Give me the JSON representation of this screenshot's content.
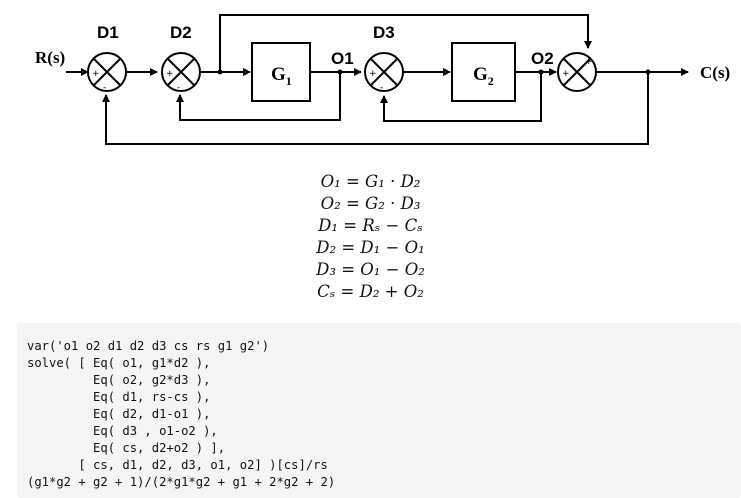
{
  "diagram": {
    "input_label": "R(s)",
    "output_label": "C(s)",
    "nodes": [
      "D1",
      "D2",
      "D3",
      "O1",
      "O2"
    ],
    "blocks": [
      {
        "base": "G",
        "sub": "1"
      },
      {
        "base": "G",
        "sub": "2"
      }
    ],
    "signs": {
      "d1_in": "+",
      "d1_fb": "-",
      "d2_in": "+",
      "d2_fb": "-",
      "d3_in": "+",
      "d3_fb": "-",
      "sum_in": "+",
      "sum_top": "+"
    }
  },
  "equations": [
    "O₁ = G₁ · D₂",
    "O₂ = G₂ · D₃",
    "D₁ = Rₛ − Cₛ",
    "D₂ = D₁ − O₁",
    "D₃ = O₁ − O₂",
    "Cₛ = D₂ + O₂"
  ],
  "code": [
    "var('o1 o2 d1 d2 d3 cs rs g1 g2')",
    "solve( [ Eq( o1, g1*d2 ),",
    "         Eq( o2, g2*d3 ),",
    "         Eq( d1, rs-cs ),",
    "         Eq( d2, d1-o1 ),",
    "         Eq( d3 , o1-o2 ),",
    "         Eq( cs, d2+o2 ) ],",
    "       [ cs, d1, d2, d3, o1, o2] )[cs]/rs",
    "(g1*g2 + g2 + 1)/(2*g1*g2 + g1 + 2*g2 + 2)"
  ]
}
